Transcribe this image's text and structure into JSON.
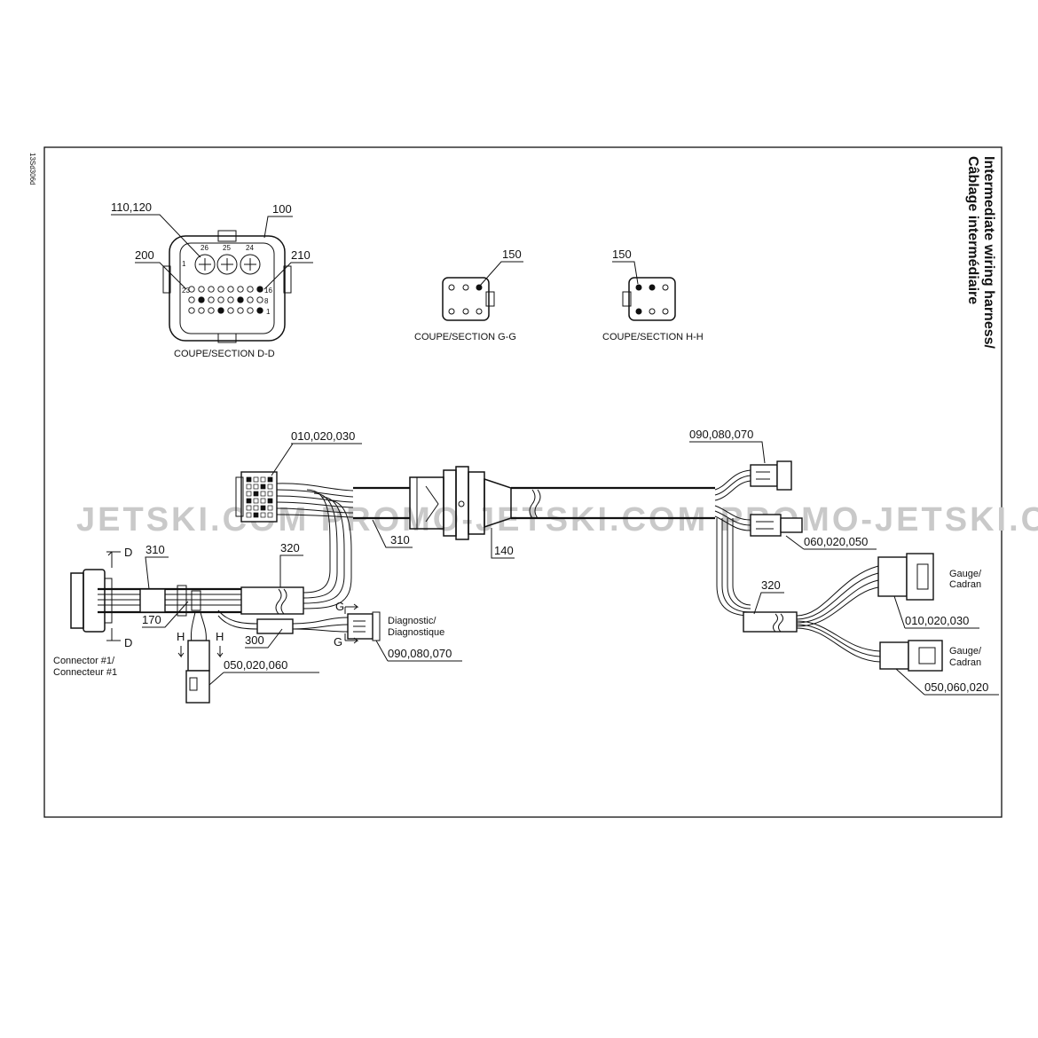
{
  "doc_code": "13Sd306d",
  "title": {
    "line1": "Intermediate wiring harness/",
    "line2": "Câblage intermédiaire"
  },
  "watermark": "JETSKI.COM  PROMO-JETSKI.COM  PROMO-JETSKI.COM",
  "sections": {
    "dd": "COUPE/SECTION D-D",
    "gg": "COUPE/SECTION G-G",
    "hh": "COUPE/SECTION H-H"
  },
  "callouts": {
    "c110_120": "110,120",
    "c100": "100",
    "c200": "200",
    "c210": "210",
    "c150_gg": "150",
    "c150_hh": "150",
    "c010_020_030_top": "010,020,030",
    "c090_080_070_top": "090,080,070",
    "c310_main": "310",
    "c140": "140",
    "c060_020_050": "060,020,050",
    "c310_left": "310",
    "c320_left": "320",
    "c170": "170",
    "c300": "300",
    "c090_080_070_diag": "090,080,070",
    "c050_020_060": "050,020,060",
    "c320_right": "320",
    "c010_020_030_gauge": "010,020,030",
    "c050_060_020": "050,060,020"
  },
  "section_letters": {
    "d_top": "D",
    "d_bottom": "D",
    "h_left": "H",
    "h_right": "H",
    "g_top": "G",
    "g_bottom": "G"
  },
  "labels": {
    "connector1_en": "Connector #1/",
    "connector1_fr": "Connecteur #1",
    "diagnostic_en": "Diagnostic/",
    "diagnostic_fr": "Diagnostique",
    "gauge1_en": "Gauge/",
    "gauge1_fr": "Cadran",
    "gauge2_en": "Gauge/",
    "gauge2_fr": "Cadran"
  },
  "pin_numbers": {
    "p1": "1",
    "p26": "26",
    "p25": "25",
    "p24": "24",
    "p23": "23",
    "p16": "16",
    "p8": "8",
    "p1b": "1"
  }
}
